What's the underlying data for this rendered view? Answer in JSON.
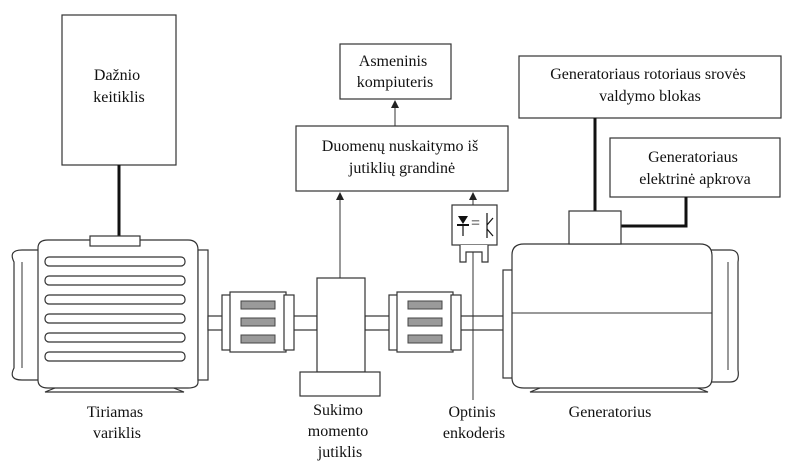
{
  "blocks": {
    "frequency_converter": [
      "Dažnio",
      "keitiklis"
    ],
    "personal_computer": [
      "Asmeninis",
      "kompiuteris"
    ],
    "data_acquisition": [
      "Duomenų nuskaitymo iš",
      "jutiklių grandinė"
    ],
    "rotor_current_control": [
      "Generatoriaus rotoriaus srovės",
      "valdymo blokas"
    ],
    "electrical_load": [
      "Generatoriaus",
      "elektrinė apkrova"
    ]
  },
  "components": {
    "test_motor": [
      "Tiriamas",
      "variklis"
    ],
    "torque_sensor": [
      "Sukimo",
      "momento",
      "jutiklis"
    ],
    "optical_encoder": [
      "Optinis",
      "enkoderis"
    ],
    "generator": [
      "Generatorius"
    ]
  },
  "encoder_symbol": "="
}
